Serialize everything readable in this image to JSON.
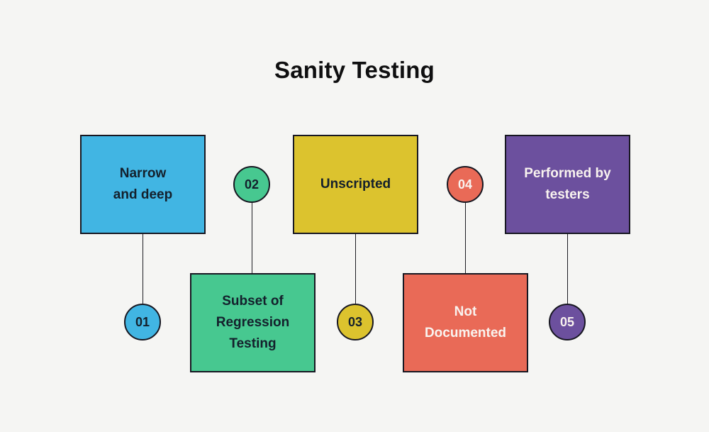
{
  "title": "Sanity Testing",
  "palette": {
    "background": "#f5f5f3",
    "stroke": "#171721",
    "title_color": "#0f0f10",
    "dark_text": "#14202c",
    "light_text": "#f9f3ef"
  },
  "items": [
    {
      "number": "01",
      "label": "Narrow\nand deep",
      "fill": "#41b5e3",
      "text_color": "#14202c"
    },
    {
      "number": "02",
      "label": "Subset of\nRegression\nTesting",
      "fill": "#47c890",
      "text_color": "#14202c"
    },
    {
      "number": "03",
      "label": "Unscripted",
      "fill": "#dcc32e",
      "text_color": "#14202c"
    },
    {
      "number": "04",
      "label": "Not\nDocumented",
      "fill": "#e96a57",
      "text_color": "#f9f3ef"
    },
    {
      "number": "05",
      "label": "Performed by\ntesters",
      "fill": "#6c509e",
      "text_color": "#f9f3ef"
    }
  ]
}
